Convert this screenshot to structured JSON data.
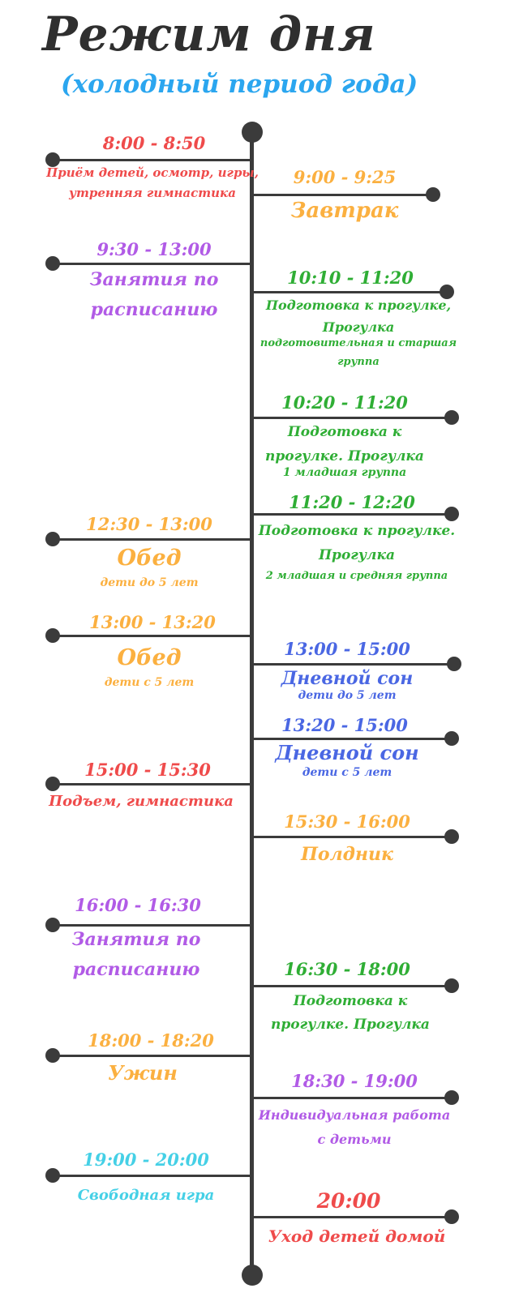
{
  "header": {
    "title": "Режим дня",
    "subtitle": "(холодный период года)"
  },
  "colors": {
    "red": "#ef4b4b",
    "orange": "#fbb040",
    "purple": "#b15be6",
    "green": "#2fae35",
    "blue": "#4a67e3",
    "cyan": "#45d0e6",
    "axis": "#3b3b3b"
  },
  "events": [
    {
      "time": "8:00 - 8:50",
      "label": "Приём детей, осмотр, игры,",
      "label2": "утренняя гимнастика"
    },
    {
      "time": "9:00 - 9:25",
      "label": "Завтрак"
    },
    {
      "time": "9:30 - 13:00",
      "label": "Занятия по",
      "label2": "расписанию"
    },
    {
      "time": "10:10 - 11:20",
      "label": "Подготовка к прогулке,",
      "label2": "Прогулка",
      "note": "подготовительная и старшая",
      "note2": "группа"
    },
    {
      "time": "10:20 - 11:20",
      "label": "Подготовка  к",
      "label2": "прогулке. Прогулка",
      "note": "1 младшая группа"
    },
    {
      "time": "11:20 - 12:20",
      "label": "Подготовка к прогулке.",
      "label2": "Прогулка",
      "note": "2 младшая и средняя группа"
    },
    {
      "time": "12:30 - 13:00",
      "label": "Обед",
      "note": "дети до 5 лет"
    },
    {
      "time": "13:00 - 13:20",
      "label": "Обед",
      "note": "дети с 5 лет"
    },
    {
      "time": "13:00 - 15:00",
      "label": "Дневной сон",
      "note": "дети до 5  лет"
    },
    {
      "time": "13:20 - 15:00",
      "label": "Дневной сон",
      "note": "дети с 5 лет"
    },
    {
      "time": "15:00 - 15:30",
      "label": "Подъем, гимнастика"
    },
    {
      "time": "15:30 - 16:00",
      "label": "Полдник"
    },
    {
      "time": "16:00 - 16:30",
      "label": "Занятия по",
      "label2": "расписанию"
    },
    {
      "time": "16:30 - 18:00",
      "label": "Подготовка к",
      "label2": "прогулке. Прогулка"
    },
    {
      "time": "18:00 - 18:20",
      "label": "Ужин"
    },
    {
      "time": "18:30 - 19:00",
      "label": "Индивидуальная работа",
      "label2": "с детьми"
    },
    {
      "time": "19:00 - 20:00",
      "label": "Свободная игра"
    },
    {
      "time": "20:00",
      "label": "Уход детей домой"
    }
  ]
}
